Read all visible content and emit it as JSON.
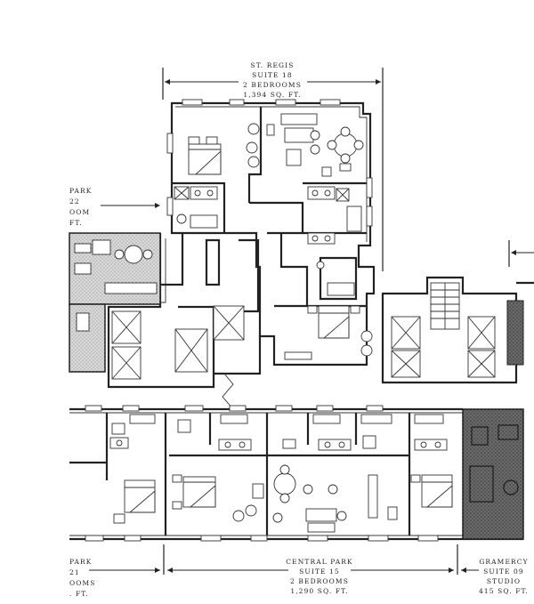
{
  "suites": {
    "st_regis": {
      "line1": "ST. REGIS",
      "line2": "SUITE 18",
      "line3": "2 BEDROOMS",
      "line4": "1,394 SQ. FT."
    },
    "park_upper_left": {
      "line1": "PARK",
      "line2": "22",
      "line3": "OOM",
      "line4": "FT."
    },
    "park_lower_left": {
      "line1": "PARK",
      "line2": "21",
      "line3": "OOMS",
      "line4": ". FT."
    },
    "central_park": {
      "line1": "CENTRAL PARK",
      "line2": "SUITE 15",
      "line3": "2 BEDROOMS",
      "line4": "1,290 SQ. FT."
    },
    "gramercy": {
      "line1": "GRAMERCY",
      "line2": "SUITE 09",
      "line3": "STUDIO",
      "line4": "415 SQ. FT."
    }
  },
  "colors": {
    "ink": "#222222",
    "hatch_light": "#c8c8c8",
    "hatch_dark": "#555555",
    "paper": "#ffffff"
  }
}
